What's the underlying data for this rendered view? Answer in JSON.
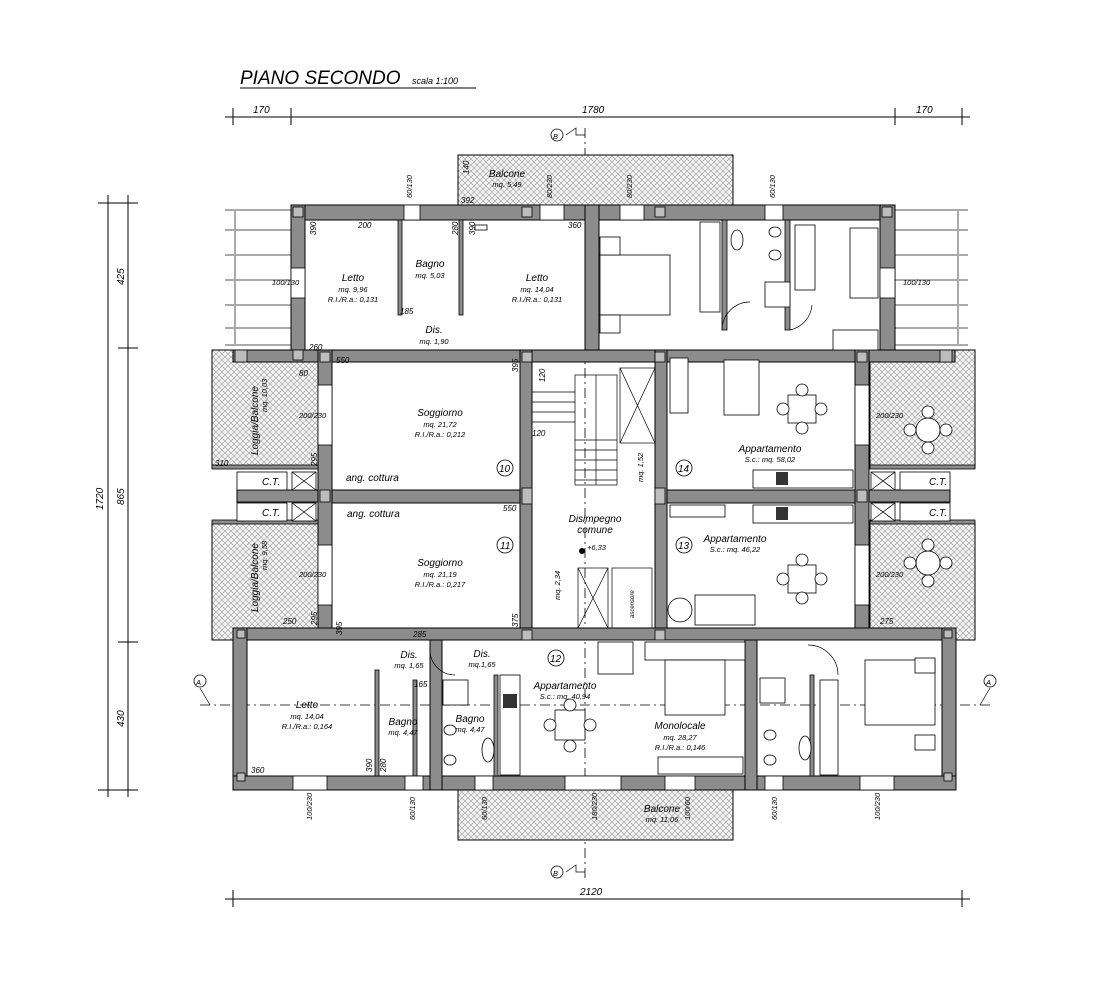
{
  "title": {
    "main": "PIANO  SECONDO",
    "scale": "scala  1:100"
  },
  "dimensions": {
    "top": [
      "170",
      "1780",
      "170"
    ],
    "bottom": "2120",
    "left_total": "1720",
    "left": [
      "425",
      "865",
      "430"
    ]
  },
  "section_markers": {
    "a": "A",
    "b": "B"
  },
  "unit_numbers": [
    "10",
    "11",
    "12",
    "13",
    "14"
  ],
  "rooms": {
    "letto_1": {
      "name": "Letto",
      "area": "mq.  9,96",
      "ratio": "R.I./R.a.: 0,131"
    },
    "bagno_1": {
      "name": "Bagno",
      "area": "mq.  5,03"
    },
    "letto_2": {
      "name": "Letto",
      "area": "mq.  14,04",
      "ratio": "R.I./R.a.: 0,131"
    },
    "dis_1": {
      "name": "Dis.",
      "area": "mq.  1,90"
    },
    "balcone_top": {
      "name": "Balcone",
      "area": "mq.  5,49"
    },
    "soggiorno_1": {
      "name": "Soggiorno",
      "area": "mq.  21,72",
      "ratio": "R.I./R.a.: 0,212"
    },
    "soggiorno_2": {
      "name": "Soggiorno",
      "area": "mq.  21,19",
      "ratio": "R.I./R.a.: 0,217"
    },
    "cottura_1": "ang.  cottura",
    "cottura_2": "ang.  cottura",
    "loggia_1": {
      "name": "Loggia/Balcone",
      "area": "mq.  10,03"
    },
    "loggia_2": {
      "name": "Loggia/Balcone",
      "area": "mq.  9,58"
    },
    "ct": [
      "C.T.",
      "C.T.",
      "C.T.",
      "C.T."
    ],
    "disimpegno": {
      "name": "Disimpegno",
      "name2": "comune",
      "level": "+6,33"
    },
    "landing_area": "mq.  1,52",
    "corridor_area": "mq.  2,34",
    "ascensore": "ascensore",
    "app_14": {
      "name": "Appartamento",
      "area": "S.c.: mq.  58,02"
    },
    "app_13": {
      "name": "Appartamento",
      "area": "S.c.: mq.  46,22"
    },
    "app_12": {
      "name": "Appartamento",
      "area": "S.c.: mq.  40,94"
    },
    "letto_3": {
      "name": "Letto",
      "area": "mq.  14,04",
      "ratio": "R.I./R.a.: 0,164"
    },
    "dis_2": {
      "name": "Dis.",
      "area": "mq.  1,65"
    },
    "dis_3": {
      "name": "Dis.",
      "area": "mq.1,65"
    },
    "bagno_2": {
      "name": "Bagno",
      "area": "mq.  4,47"
    },
    "bagno_3": {
      "name": "Bagno",
      "area": "mq.  4,47"
    },
    "monolocale": {
      "name": "Monolocale",
      "area": "mq.  28,27",
      "ratio": "R.I./R.a.: 0,146"
    },
    "balcone_bottom": {
      "name": "Balcone",
      "area": "mq.  11,06"
    }
  },
  "wall_dims": [
    "200",
    "390",
    "280",
    "390",
    "360",
    "185",
    "260",
    "550",
    "395",
    "80",
    "310",
    "295",
    "295",
    "250",
    "395",
    "285",
    "375",
    "550",
    "120",
    "120",
    "165",
    "360",
    "390",
    "280",
    "275",
    "392",
    "140"
  ],
  "windows": [
    {
      "w": "60",
      "h": "130"
    },
    {
      "w": "80",
      "h": "230"
    },
    {
      "w": "100",
      "h": "130"
    },
    {
      "w": "80",
      "h": "230"
    },
    {
      "w": "60",
      "h": "130"
    },
    {
      "w": "100",
      "h": "130"
    },
    {
      "w": "200",
      "h": "230"
    },
    {
      "w": "200",
      "h": "230"
    },
    {
      "w": "200",
      "h": "230"
    },
    {
      "w": "200",
      "h": "230"
    },
    {
      "w": "100",
      "h": "230"
    },
    {
      "w": "60",
      "h": "130"
    },
    {
      "w": "60",
      "h": "130"
    },
    {
      "w": "180",
      "h": "230"
    },
    {
      "w": "100",
      "h": "60"
    },
    {
      "w": "60",
      "h": "130"
    },
    {
      "w": "100",
      "h": "230"
    }
  ]
}
